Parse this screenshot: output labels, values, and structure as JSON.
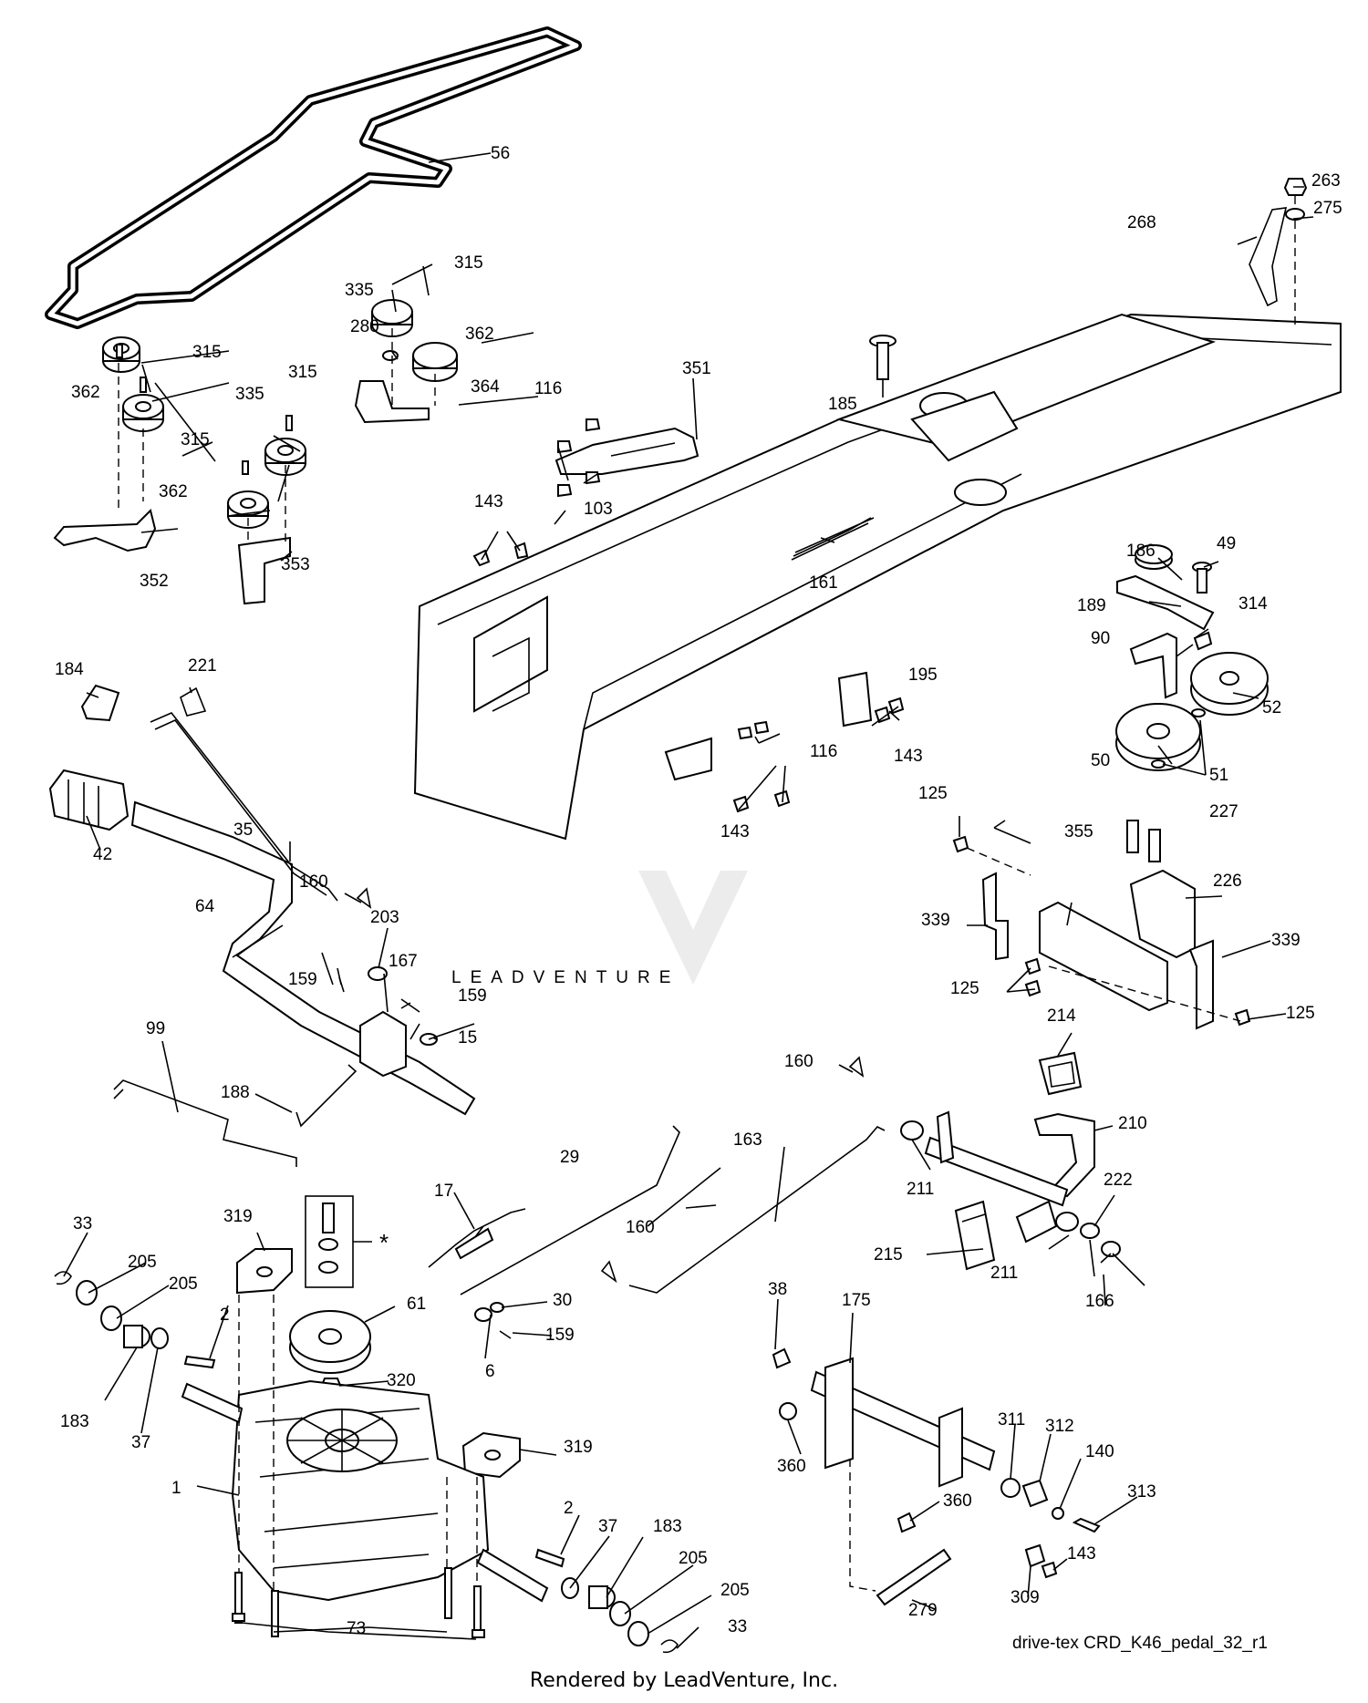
{
  "diagram": {
    "caption": "drive-tex CRD_K46_pedal_32_r1",
    "footer": "Rendered by LeadVenture, Inc.",
    "watermark": "LEADVENTURE",
    "kit_marker": "*",
    "callouts": [
      {
        "id": "c56",
        "label": "56"
      },
      {
        "id": "c315a",
        "label": "315"
      },
      {
        "id": "c335a",
        "label": "335"
      },
      {
        "id": "c280",
        "label": "280"
      },
      {
        "id": "c362a",
        "label": "362"
      },
      {
        "id": "c364",
        "label": "364"
      },
      {
        "id": "c315b",
        "label": "315"
      },
      {
        "id": "c362b",
        "label": "362"
      },
      {
        "id": "c335b",
        "label": "335"
      },
      {
        "id": "c315c",
        "label": "315"
      },
      {
        "id": "c315d",
        "label": "315"
      },
      {
        "id": "c362c",
        "label": "362"
      },
      {
        "id": "c352",
        "label": "352"
      },
      {
        "id": "c353",
        "label": "353"
      },
      {
        "id": "c116a",
        "label": "116"
      },
      {
        "id": "c351",
        "label": "351"
      },
      {
        "id": "c103",
        "label": "103"
      },
      {
        "id": "c185",
        "label": "185"
      },
      {
        "id": "c263",
        "label": "263"
      },
      {
        "id": "c275",
        "label": "275"
      },
      {
        "id": "c268",
        "label": "268"
      },
      {
        "id": "c143a",
        "label": "143"
      },
      {
        "id": "c161",
        "label": "161"
      },
      {
        "id": "c186",
        "label": "186"
      },
      {
        "id": "c49",
        "label": "49"
      },
      {
        "id": "c189",
        "label": "189"
      },
      {
        "id": "c314",
        "label": "314"
      },
      {
        "id": "c90",
        "label": "90"
      },
      {
        "id": "c52",
        "label": "52"
      },
      {
        "id": "c50",
        "label": "50"
      },
      {
        "id": "c51",
        "label": "51"
      },
      {
        "id": "c184",
        "label": "184"
      },
      {
        "id": "c221",
        "label": "221"
      },
      {
        "id": "c195",
        "label": "195"
      },
      {
        "id": "c116b",
        "label": "116"
      },
      {
        "id": "c143b",
        "label": "143"
      },
      {
        "id": "c42",
        "label": "42"
      },
      {
        "id": "c35",
        "label": "35"
      },
      {
        "id": "c160a",
        "label": "160"
      },
      {
        "id": "c143c",
        "label": "143"
      },
      {
        "id": "c125a",
        "label": "125"
      },
      {
        "id": "c227",
        "label": "227"
      },
      {
        "id": "c355",
        "label": "355"
      },
      {
        "id": "c226",
        "label": "226"
      },
      {
        "id": "c339a",
        "label": "339"
      },
      {
        "id": "c339b",
        "label": "339"
      },
      {
        "id": "c125b",
        "label": "125"
      },
      {
        "id": "c125c",
        "label": "125"
      },
      {
        "id": "c64",
        "label": "64"
      },
      {
        "id": "c203",
        "label": "203"
      },
      {
        "id": "c167",
        "label": "167"
      },
      {
        "id": "c159a",
        "label": "159"
      },
      {
        "id": "c159b",
        "label": "159"
      },
      {
        "id": "c15",
        "label": "15"
      },
      {
        "id": "c99",
        "label": "99"
      },
      {
        "id": "c188",
        "label": "188"
      },
      {
        "id": "c214",
        "label": "214"
      },
      {
        "id": "c160b",
        "label": "160"
      },
      {
        "id": "c210",
        "label": "210"
      },
      {
        "id": "c163",
        "label": "163"
      },
      {
        "id": "c29",
        "label": "29"
      },
      {
        "id": "c211a",
        "label": "211"
      },
      {
        "id": "c222",
        "label": "222"
      },
      {
        "id": "c17",
        "label": "17"
      },
      {
        "id": "c160c",
        "label": "160"
      },
      {
        "id": "c215",
        "label": "215"
      },
      {
        "id": "c211b",
        "label": "211"
      },
      {
        "id": "c166",
        "label": "166"
      },
      {
        "id": "c33a",
        "label": "33"
      },
      {
        "id": "c319a",
        "label": "319"
      },
      {
        "id": "c205a",
        "label": "205"
      },
      {
        "id": "c205b",
        "label": "205"
      },
      {
        "id": "c61",
        "label": "61"
      },
      {
        "id": "c30",
        "label": "30"
      },
      {
        "id": "c159c",
        "label": "159"
      },
      {
        "id": "c2a",
        "label": "2"
      },
      {
        "id": "c6",
        "label": "6"
      },
      {
        "id": "c320",
        "label": "320"
      },
      {
        "id": "c183a",
        "label": "183"
      },
      {
        "id": "c37a",
        "label": "37"
      },
      {
        "id": "c38",
        "label": "38"
      },
      {
        "id": "c175",
        "label": "175"
      },
      {
        "id": "c319b",
        "label": "319"
      },
      {
        "id": "c311",
        "label": "311"
      },
      {
        "id": "c312",
        "label": "312"
      },
      {
        "id": "c140",
        "label": "140"
      },
      {
        "id": "c360a",
        "label": "360"
      },
      {
        "id": "c313",
        "label": "313"
      },
      {
        "id": "c1",
        "label": "1"
      },
      {
        "id": "c360b",
        "label": "360"
      },
      {
        "id": "c2b",
        "label": "2"
      },
      {
        "id": "c37b",
        "label": "37"
      },
      {
        "id": "c183b",
        "label": "183"
      },
      {
        "id": "c143d",
        "label": "143"
      },
      {
        "id": "c205c",
        "label": "205"
      },
      {
        "id": "c205d",
        "label": "205"
      },
      {
        "id": "c309",
        "label": "309"
      },
      {
        "id": "c279",
        "label": "279"
      },
      {
        "id": "c33b",
        "label": "33"
      },
      {
        "id": "c73",
        "label": "73"
      }
    ]
  }
}
